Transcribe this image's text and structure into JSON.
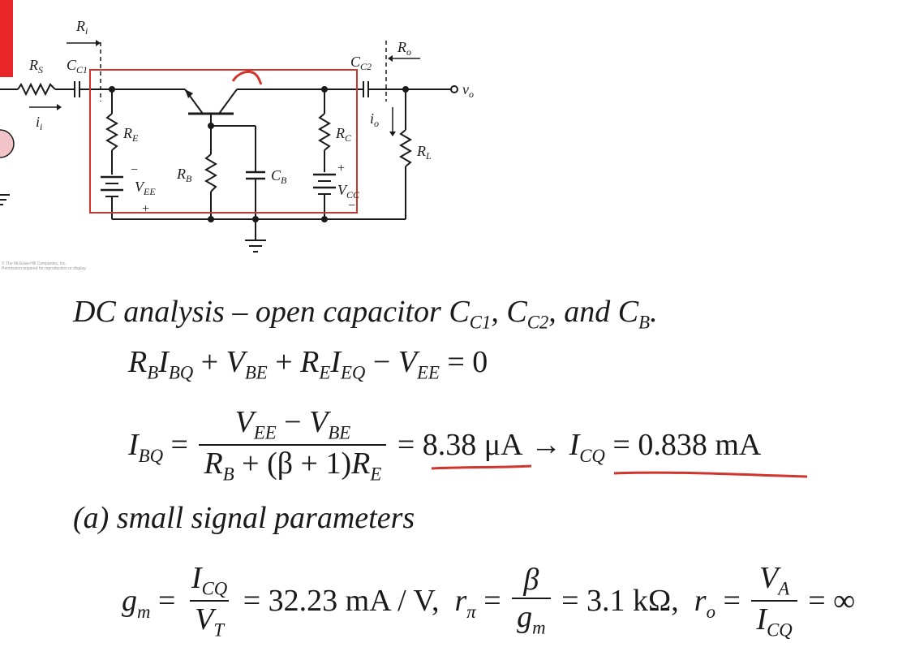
{
  "colors": {
    "highlight_box": "#d0342c",
    "ink": "#1a1a1a",
    "underline": "#d0342c",
    "corner_mark": "#e8262a",
    "source_circle": "#f2c4ca"
  },
  "circuit": {
    "labels": {
      "ri": "R",
      "ri_sub": "i",
      "ro": "R",
      "ro_sub": "o",
      "rs": "R",
      "rs_sub": "S",
      "cc1": "C",
      "cc1_sub": "C1",
      "cc2": "C",
      "cc2_sub": "C2",
      "ii": "i",
      "ii_sub": "i",
      "io": "i",
      "io_sub": "o",
      "vo": "v",
      "vo_sub": "o",
      "re": "R",
      "re_sub": "E",
      "rb": "R",
      "rb_sub": "B",
      "cb": "C",
      "cb_sub": "B",
      "rc": "R",
      "rc_sub": "C",
      "rl": "R",
      "rl_sub": "L",
      "vee": "V",
      "vee_sub": "EE",
      "vcc": "V",
      "vcc_sub": "CC",
      "minus": "−",
      "plus": "+"
    },
    "copyright_line1": "© The McGraw-Hill Companies, Inc.",
    "copyright_line2": "Permission required for reproduction or display."
  },
  "text": {
    "dc_heading_a": "DC  analysis  – open capacitor ",
    "dc_heading_c": "C",
    "dc_heading_c1": "C1",
    "dc_heading_comma1": ", ",
    "dc_heading_c2": "C2",
    "dc_heading_and": ", and  ",
    "dc_heading_cb": "B",
    "dc_heading_end": ".",
    "kvl": {
      "rb": "R",
      "rb_sub": "B",
      "ibq": "I",
      "ibq_sub": "BQ",
      "plus1": " + ",
      "vbe": "V",
      "vbe_sub": "BE",
      "plus2": " + ",
      "re": "R",
      "re_sub": "E",
      "ieq": "I",
      "ieq_sub": "EQ",
      "minus": " − ",
      "vee": "V",
      "vee_sub": "EE",
      "eq_zero": " = 0"
    },
    "ibq_eq": {
      "lhs": "I",
      "lhs_sub": "BQ",
      "eq": " = ",
      "num": "V",
      "num_sub1": "EE",
      "num_minus": " − ",
      "num_v2": "V",
      "num_sub2": "BE",
      "den_rb": "R",
      "den_rb_sub": "B",
      "den_mid": " + (β + 1)",
      "den_re": "R",
      "den_re_sub": "E",
      "result": " = 8.38 μA",
      "arrow": " → ",
      "icq": "I",
      "icq_sub": "CQ",
      "icq_val": " = 0.838 mA"
    },
    "a_heading": "(a) small  signal  parameters",
    "params": {
      "gm": "g",
      "gm_sub": "m",
      "eq1": " = ",
      "gm_num": "I",
      "gm_num_sub": "CQ",
      "gm_den": "V",
      "gm_den_sub": "T",
      "gm_val": " = 32.23 mA / V,  ",
      "rpi": "r",
      "rpi_sub": "π",
      "eq2": " = ",
      "rpi_num": "β",
      "rpi_den": "g",
      "rpi_den_sub": "m",
      "rpi_val": " = 3.1 kΩ,  ",
      "ro": "r",
      "ro_sub": "o",
      "eq3": " = ",
      "ro_num": "V",
      "ro_num_sub": "A",
      "ro_den": "I",
      "ro_den_sub": "CQ",
      "ro_val": " = ∞"
    }
  }
}
